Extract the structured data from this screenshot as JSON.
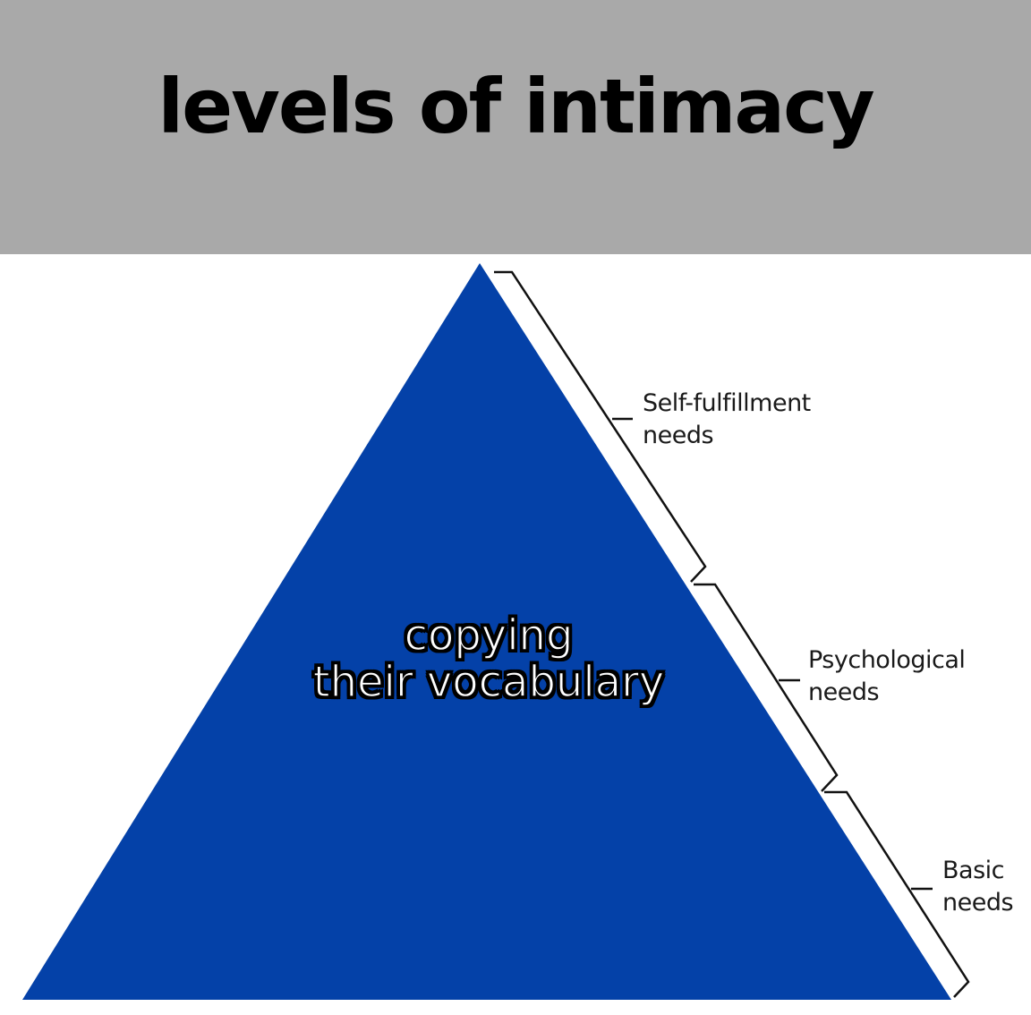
{
  "header": {
    "title": "levels of intimacy",
    "background": "#a9a9a9"
  },
  "pyramid": {
    "fill": "#0441a8",
    "center_text_line1": "copying",
    "center_text_line2": "their vocabulary"
  },
  "levels": [
    {
      "line1": "Self-fulfillment",
      "line2": "needs"
    },
    {
      "line1": "Psychological",
      "line2": "needs"
    },
    {
      "line1": "Basic",
      "line2": "needs"
    }
  ]
}
